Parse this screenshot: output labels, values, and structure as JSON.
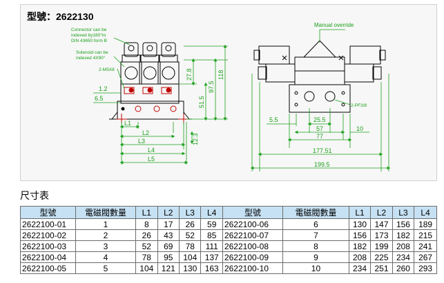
{
  "drawing": {
    "title": "型號：2622130",
    "notes": {
      "connector": [
        "Connector can be",
        "indexed by180°to",
        "DIN 43650 form B"
      ],
      "solenoid": [
        "Solenoid can be",
        "indexed  4X90°"
      ],
      "port_small": "2-M5X8",
      "manual_override": "Manual override",
      "port_pf": "2-PF3/8"
    },
    "front_dims": [
      "1.2",
      "6.5",
      "27.8",
      "97.5",
      "118",
      "51.5",
      "L1",
      "L2",
      "L3",
      "12.3",
      "L4",
      "L5"
    ],
    "side_dims": [
      "5.5",
      "25.5",
      "57",
      "10",
      "77",
      "177.51",
      "199.5"
    ]
  },
  "table": {
    "title": "尺寸表",
    "headers": [
      "型號",
      "電磁閥數量",
      "L1",
      "L2",
      "L3",
      "L4",
      "型號",
      "電磁閥數量",
      "L1",
      "L2",
      "L3",
      "L4"
    ],
    "rows": [
      [
        "2622100-01",
        "1",
        "8",
        "17",
        "26",
        "59",
        "2622100-06",
        "6",
        "130",
        "147",
        "156",
        "189"
      ],
      [
        "2622100-02",
        "2",
        "26",
        "43",
        "52",
        "85",
        "2622100-07",
        "7",
        "156",
        "173",
        "182",
        "215"
      ],
      [
        "2622100-03",
        "3",
        "52",
        "69",
        "78",
        "111",
        "2622100-08",
        "8",
        "182",
        "199",
        "208",
        "241"
      ],
      [
        "2622100-04",
        "4",
        "78",
        "95",
        "104",
        "137",
        "2622100-09",
        "9",
        "208",
        "225",
        "234",
        "267"
      ],
      [
        "2622100-05",
        "5",
        "104",
        "121",
        "130",
        "163",
        "2622100-10",
        "10",
        "234",
        "251",
        "260",
        "293"
      ]
    ]
  }
}
